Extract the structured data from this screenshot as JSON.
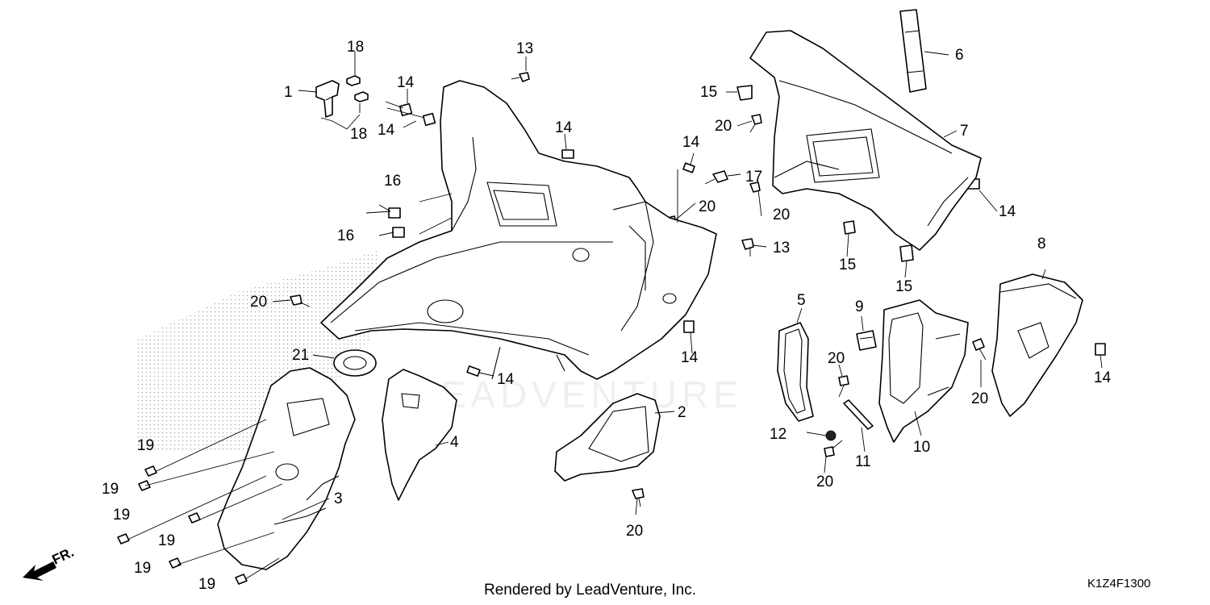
{
  "diagram": {
    "watermark": "LEADVENTURE",
    "direction_label": "FR.",
    "footer_credit": "Rendered by LeadVenture, Inc.",
    "diagram_code": "K1Z4F1300",
    "callouts": [
      {
        "id": "c1",
        "text": "1"
      },
      {
        "id": "c2",
        "text": "2"
      },
      {
        "id": "c3",
        "text": "3"
      },
      {
        "id": "c4",
        "text": "4"
      },
      {
        "id": "c5",
        "text": "5"
      },
      {
        "id": "c6",
        "text": "6"
      },
      {
        "id": "c7",
        "text": "7"
      },
      {
        "id": "c8",
        "text": "8"
      },
      {
        "id": "c9",
        "text": "9"
      },
      {
        "id": "c10",
        "text": "10"
      },
      {
        "id": "c11",
        "text": "11"
      },
      {
        "id": "c12",
        "text": "12"
      },
      {
        "id": "c13a",
        "text": "13"
      },
      {
        "id": "c13b",
        "text": "13"
      },
      {
        "id": "c14a",
        "text": "14"
      },
      {
        "id": "c14b",
        "text": "14"
      },
      {
        "id": "c14c",
        "text": "14"
      },
      {
        "id": "c14d",
        "text": "14"
      },
      {
        "id": "c14e",
        "text": "14"
      },
      {
        "id": "c14f",
        "text": "14"
      },
      {
        "id": "c14g",
        "text": "14"
      },
      {
        "id": "c14h",
        "text": "14"
      },
      {
        "id": "c15a",
        "text": "15"
      },
      {
        "id": "c15b",
        "text": "15"
      },
      {
        "id": "c15c",
        "text": "15"
      },
      {
        "id": "c16a",
        "text": "16"
      },
      {
        "id": "c16b",
        "text": "16"
      },
      {
        "id": "c17",
        "text": "17"
      },
      {
        "id": "c18a",
        "text": "18"
      },
      {
        "id": "c18b",
        "text": "18"
      },
      {
        "id": "c19a",
        "text": "19"
      },
      {
        "id": "c19b",
        "text": "19"
      },
      {
        "id": "c19c",
        "text": "19"
      },
      {
        "id": "c19d",
        "text": "19"
      },
      {
        "id": "c19e",
        "text": "19"
      },
      {
        "id": "c19f",
        "text": "19"
      },
      {
        "id": "c20a",
        "text": "20"
      },
      {
        "id": "c20b",
        "text": "20"
      },
      {
        "id": "c20c",
        "text": "20"
      },
      {
        "id": "c20d",
        "text": "20"
      },
      {
        "id": "c20e",
        "text": "20"
      },
      {
        "id": "c20f",
        "text": "20"
      },
      {
        "id": "c20g",
        "text": "20"
      },
      {
        "id": "c20h",
        "text": "20"
      },
      {
        "id": "c21",
        "text": "21"
      }
    ]
  }
}
